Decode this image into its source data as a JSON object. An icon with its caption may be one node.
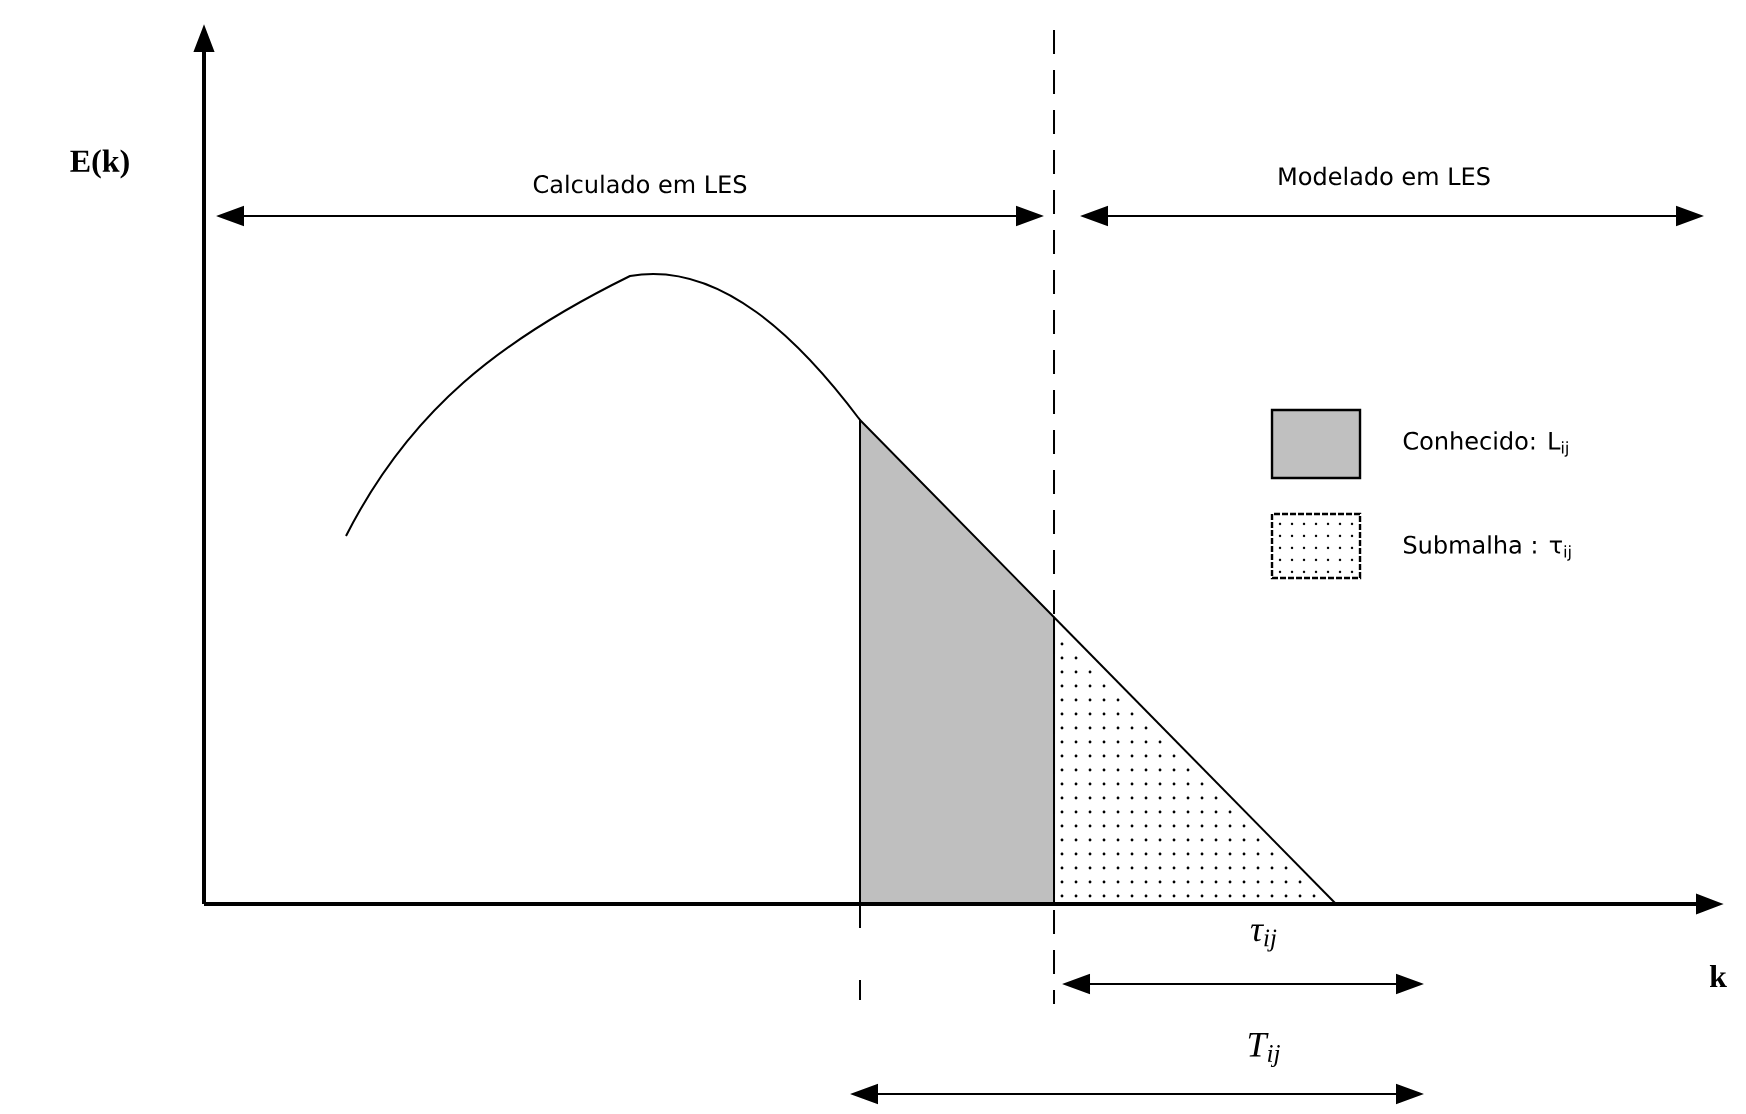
{
  "diagram": {
    "labels": [
      "E(k)",
      "Calculado em LES",
      "Modelado em LES",
      "k",
      "τ$_{ij}$",
      "T$_{ij}$"
    ],
    "legend": [
      {
        "text": "Conhecido: L$_{ij}$",
        "color": "#c0c0c0"
      },
      {
        "text": "Submalha : τ$_{ij}$"
      }
    ]
  }
}
